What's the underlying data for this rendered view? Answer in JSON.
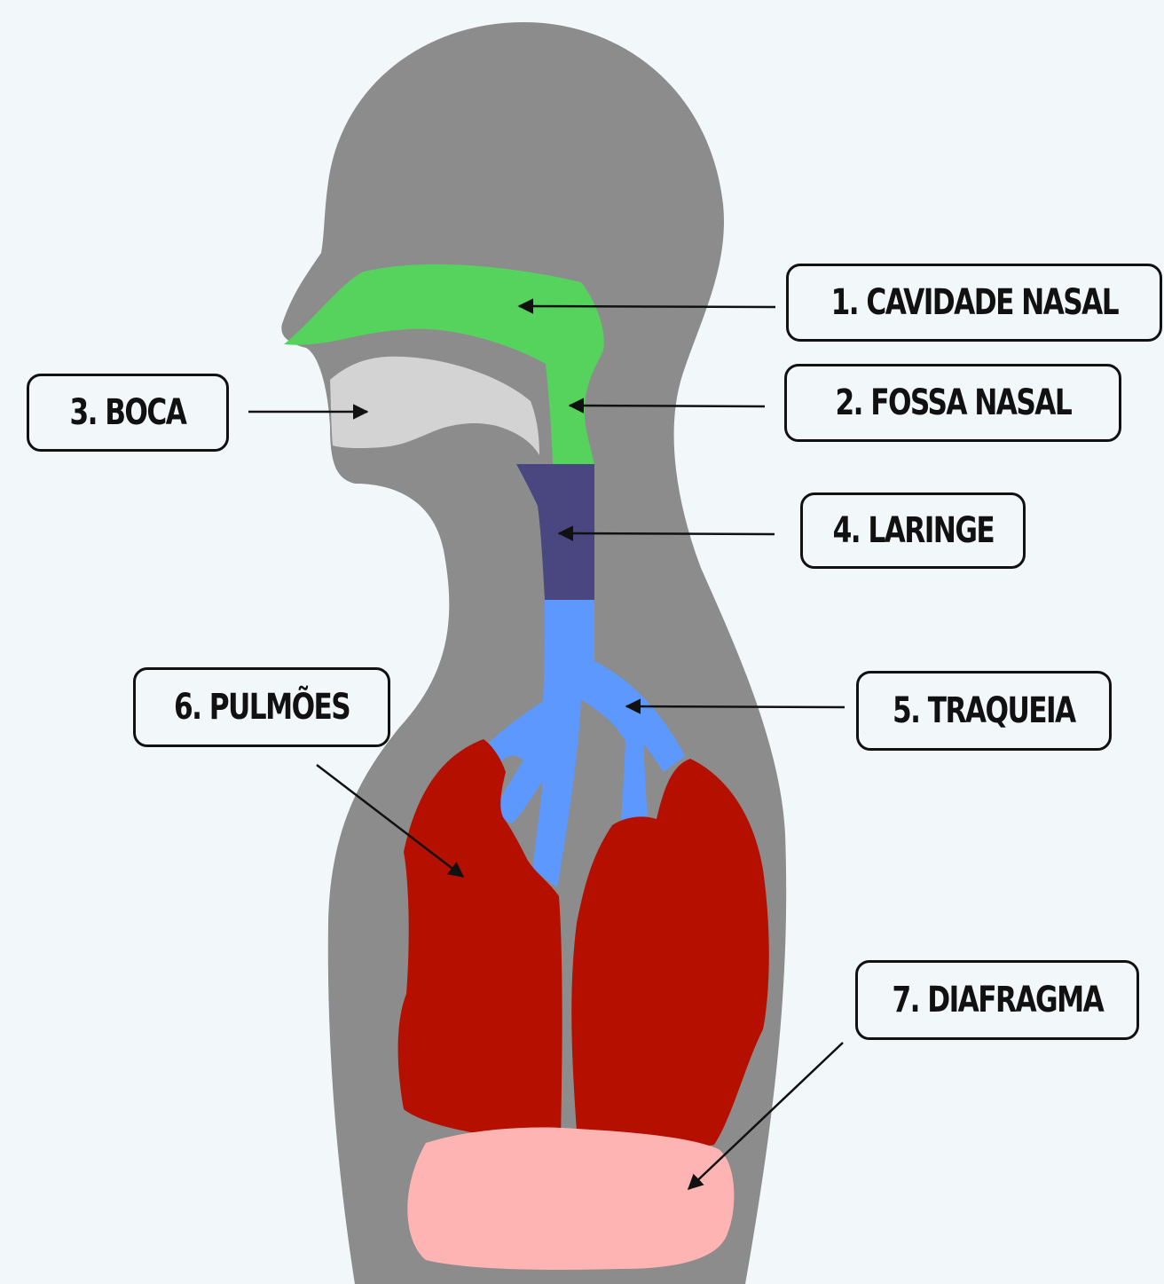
{
  "colors": {
    "background": "#f2f7fa",
    "body": "#8c8c8c",
    "nasal": "#55d35d",
    "mouth": "#d3d3d3",
    "larynx": "#4a4680",
    "trachea": "#5d98ff",
    "lungs": "#b50f00",
    "diaphragm": "#ffb4b4",
    "line": "#111111"
  },
  "labels": {
    "cavidade_nasal": "1. CAVIDADE NASAL",
    "fossa_nasal": "2. FOSSA NASAL",
    "boca": "3. BOCA",
    "laringe": "4. LARINGE",
    "traqueia": "5. TRAQUEIA",
    "pulmoes": "6. PULMÕES",
    "diafragma": "7. DIAFRAGMA"
  }
}
